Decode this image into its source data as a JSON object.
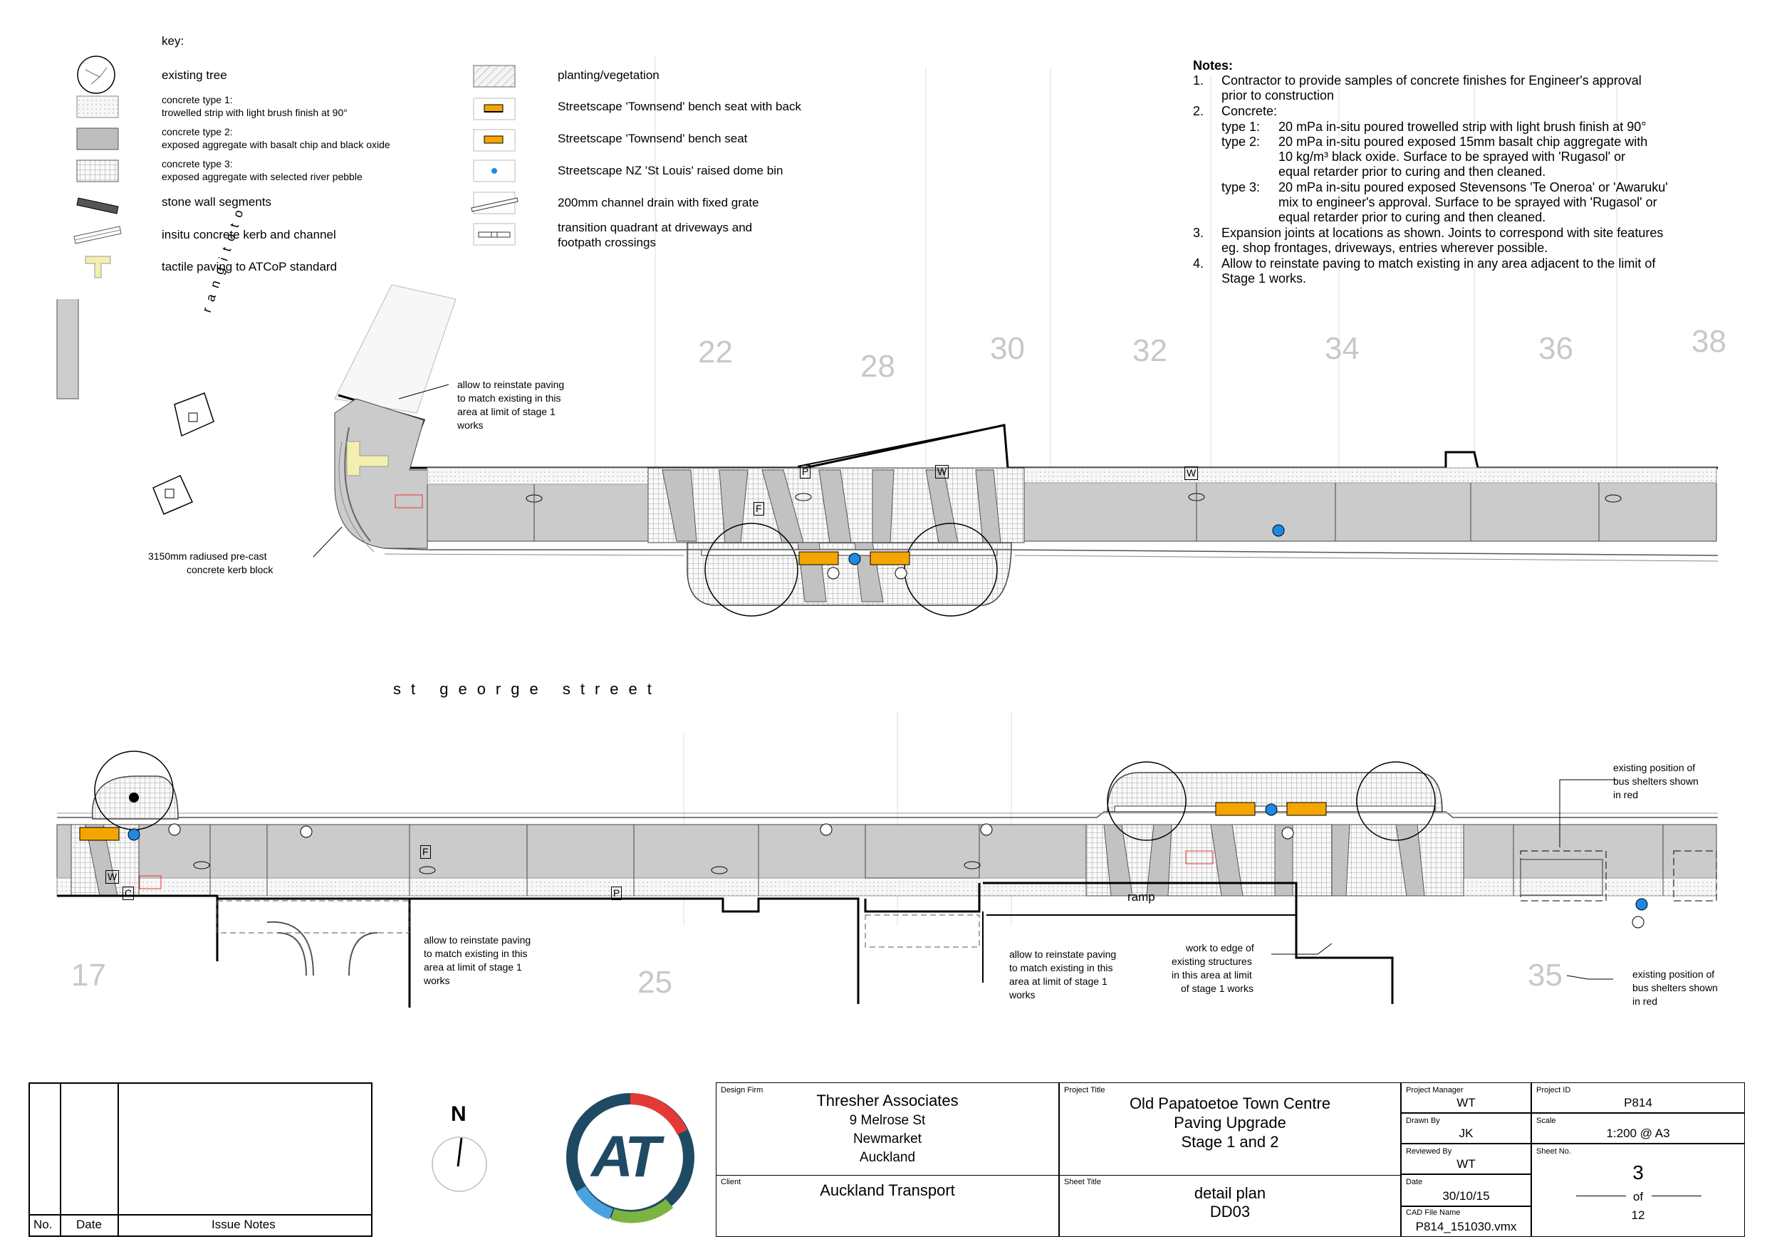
{
  "key": {
    "title": "key:",
    "left": [
      {
        "label": "existing tree"
      },
      {
        "label_line1": "concrete type 1:",
        "label_line2": "trowelled strip with light brush finish at 90°"
      },
      {
        "label_line1": "concrete type 2:",
        "label_line2": "exposed aggregate with basalt chip and black oxide"
      },
      {
        "label_line1": "concrete type 3:",
        "label_line2": "exposed aggregate with selected river pebble"
      },
      {
        "label": "stone wall segments"
      },
      {
        "label": "insitu concrete kerb and channel"
      },
      {
        "label": "tactile paving to ATCoP standard"
      }
    ],
    "right": [
      {
        "label": "planting/vegetation"
      },
      {
        "label": "Streetscape 'Townsend' bench seat with back"
      },
      {
        "label": "Streetscape 'Townsend' bench seat"
      },
      {
        "label": "Streetscape NZ 'St Louis' raised dome bin"
      },
      {
        "label": "200mm channel drain with fixed grate"
      },
      {
        "label_line1": "transition quadrant at driveways and",
        "label_line2": "footpath crossings"
      }
    ]
  },
  "notes": {
    "title": "Notes:",
    "n1": [
      "1.",
      "Contractor to provide samples of concrete finishes for Engineer's approval",
      "prior to construction"
    ],
    "n2": [
      "2.",
      "Concrete:"
    ],
    "t1": [
      "type 1:",
      "20 mPa in-situ poured trowelled strip with light brush finish at 90°"
    ],
    "t2": [
      "type 2:",
      "20 mPa in-situ poured exposed 15mm basalt chip aggregate with",
      "10 kg/m³ black oxide. Surface to be sprayed with 'Rugasol' or",
      "equal retarder prior to curing and then cleaned."
    ],
    "t3": [
      "type 3:",
      "20 mPa in-situ poured exposed Stevensons 'Te Oneroa' or 'Awaruku'",
      "mix to engineer's approval. Surface to be sprayed with 'Rugasol' or",
      "equal retarder prior to curing and then cleaned."
    ],
    "n3": [
      "3.",
      "Expansion joints at locations as shown. Joints to correspond with site features",
      "eg. shop frontages, driveways, entries wherever possible."
    ],
    "n4": [
      "4.",
      "Allow to reinstate paving to match existing in any area adjacent to the limit of",
      "Stage 1 works."
    ]
  },
  "plan": {
    "lot_numbers": [
      "22",
      "28",
      "30",
      "32",
      "34",
      "36",
      "38",
      "17",
      "25",
      "35"
    ],
    "street_name": "st george street",
    "side_street": "rangitoto",
    "ramp": "ramp",
    "map_letters": [
      "P",
      "W",
      "F",
      "C"
    ],
    "annotations": {
      "reinstate_top": [
        "allow to reinstate paving",
        "to match existing in this",
        "area at limit of stage 1",
        "works"
      ],
      "kerb": [
        "3150mm radiused pre-cast",
        "concrete kerb block"
      ],
      "reinstate_b1": [
        "allow to reinstate paving",
        "to match existing in this",
        "area at limit of stage 1",
        "works"
      ],
      "reinstate_b2": [
        "allow to reinstate paving",
        "to match existing in this",
        "area at limit of stage 1",
        "works"
      ],
      "work_edge": [
        "work to edge of",
        "existing structures",
        "in this area at limit",
        "of stage 1 works"
      ],
      "bus_top": [
        "existing position of",
        "bus shelters shown",
        "in red"
      ],
      "bus_bottom": [
        "existing position of",
        "bus shelters shown",
        "in red"
      ]
    }
  },
  "title_block": {
    "revision_headers": {
      "no": "No.",
      "date": "Date",
      "notes": "Issue Notes"
    },
    "north": "N",
    "logo_text": "AT",
    "design_firm": {
      "label": "Design Firm",
      "lines": [
        "Thresher Associates",
        "9 Melrose St",
        "Newmarket",
        "Auckland"
      ]
    },
    "client": {
      "label": "Client",
      "value": "Auckland Transport"
    },
    "project_title": {
      "label": "Project Title",
      "lines": [
        "Old Papatoetoe Town Centre",
        "Paving Upgrade",
        "Stage 1 and 2"
      ]
    },
    "sheet_title": {
      "label": "Sheet Title",
      "lines": [
        "detail plan",
        "DD03"
      ]
    },
    "project_manager": {
      "label": "Project Manager",
      "value": "WT"
    },
    "drawn_by": {
      "label": "Drawn By",
      "value": "JK"
    },
    "reviewed_by": {
      "label": "Reviewed By",
      "value": "WT"
    },
    "date": {
      "label": "Date",
      "value": "30/10/15"
    },
    "cad_file": {
      "label": "CAD File Name",
      "value": "P814_151030.vmx"
    },
    "project_id": {
      "label": "Project ID",
      "value": "P814"
    },
    "scale": {
      "label": "Scale",
      "value": "1:200 @ A3"
    },
    "sheet_no": {
      "label": "Sheet No.",
      "value": "3",
      "of": "of",
      "total": "12"
    }
  },
  "colors": {
    "bench": "#f5a500",
    "bin": "#1e88e5",
    "tactile": "#f3efb0",
    "pave2": "#cbcbcb",
    "logo_blue": "#1f4a63",
    "logo_red": "#e53935",
    "logo_green": "#7cb342",
    "logo_lightblue": "#4aa3df"
  }
}
